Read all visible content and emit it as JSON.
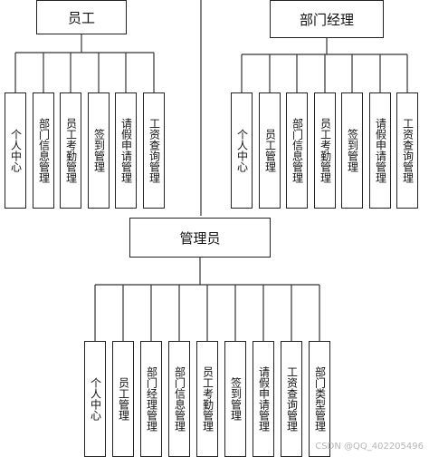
{
  "diagram": {
    "groups": [
      {
        "id": "employee",
        "title": "员工",
        "modules": [
          "个人中心",
          "部门信息管理",
          "员工考勤管理",
          "签到管理",
          "请假申请管理",
          "工资查询管理"
        ]
      },
      {
        "id": "dept-manager",
        "title": "部门经理",
        "modules": [
          "个人中心",
          "员工管理",
          "部门信息管理",
          "员工考勤管理",
          "签到管理",
          "请假申请管理",
          "工资查询管理"
        ]
      },
      {
        "id": "admin",
        "title": "管理员",
        "modules": [
          "个人中心",
          "员工管理",
          "部门经理管理",
          "部门信息管理",
          "员工考勤管理",
          "签到管理",
          "请假申请管理",
          "工资查询管理",
          "部门类型管理"
        ]
      }
    ],
    "watermark": "CSDN @QQ_402205496"
  }
}
